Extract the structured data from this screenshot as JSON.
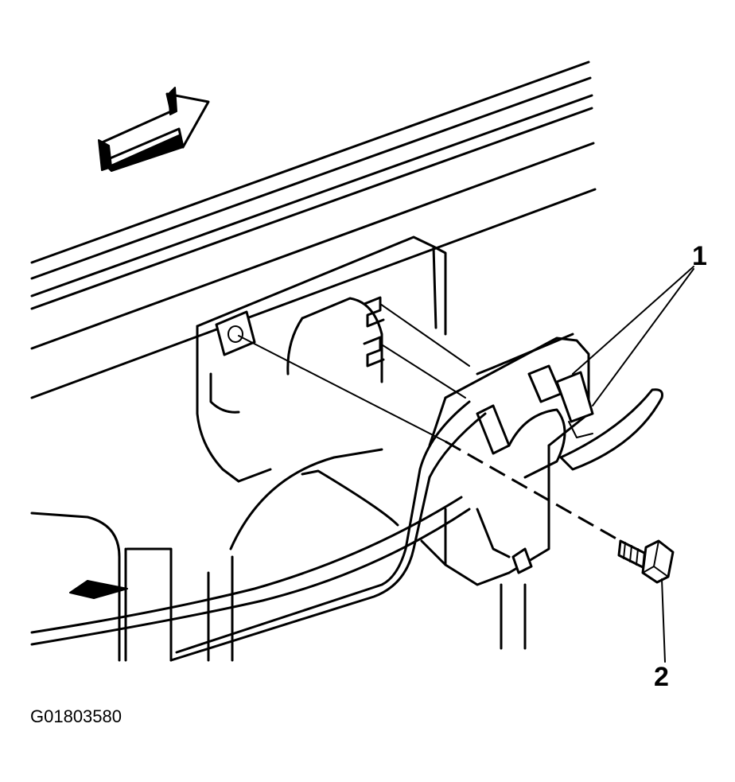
{
  "callouts": {
    "one": "1",
    "two": "2"
  },
  "figure_code": "G01803580",
  "colors": {
    "ink": "#000000",
    "paper": "#ffffff"
  },
  "icons": {
    "direction": "front-direction-arrow-icon",
    "fastener": "bolt-icon"
  }
}
